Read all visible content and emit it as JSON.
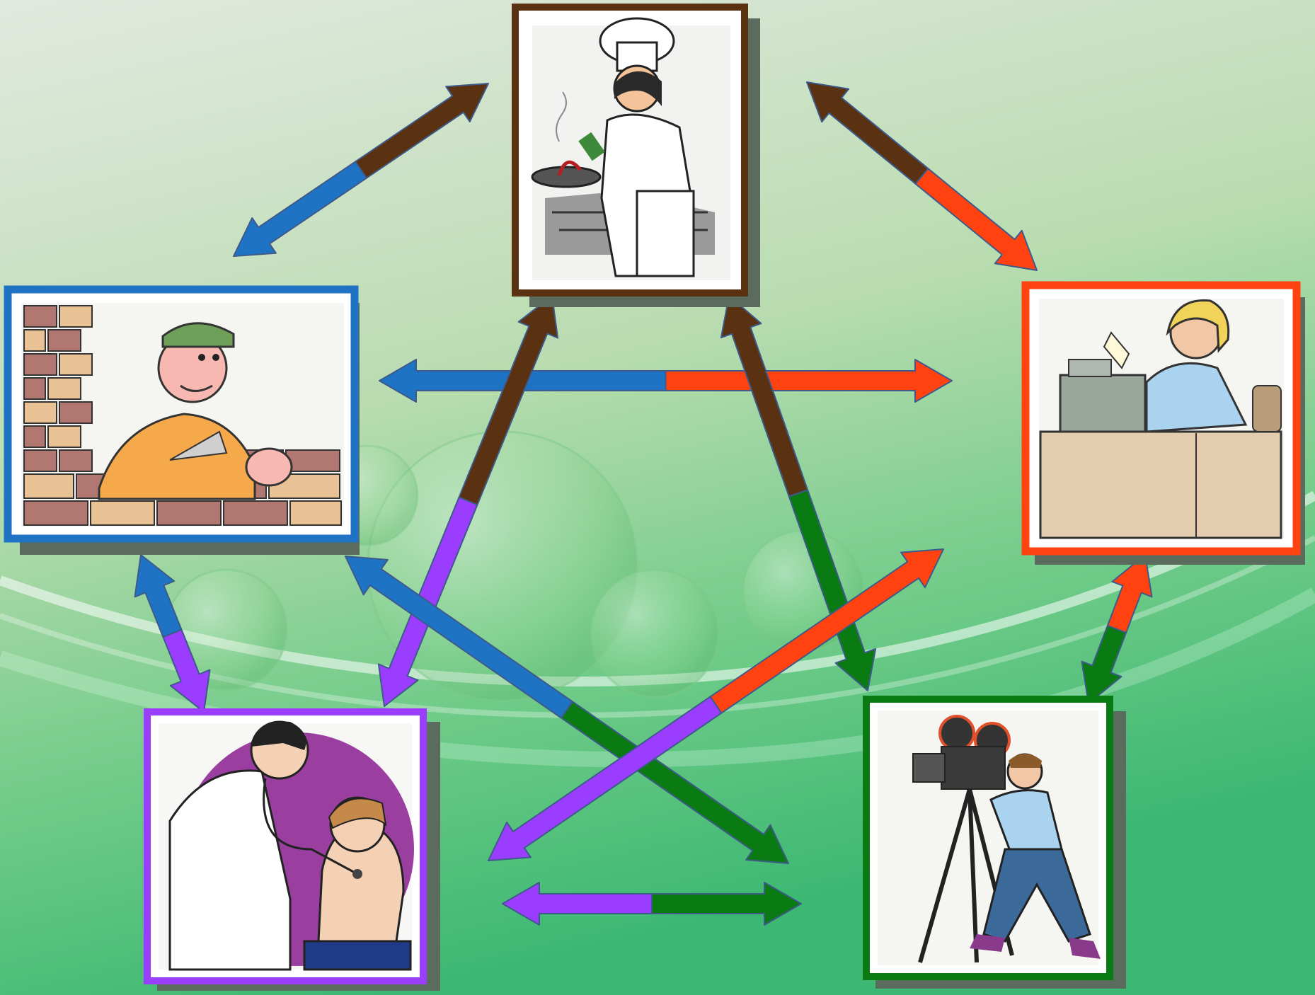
{
  "colors": {
    "bg_top": "#dfe8dc",
    "bg_mid": "#a9d9a0",
    "bg_bottom": "#4fc07a",
    "shadow": "#5b6b5e",
    "chef": "#5a3212",
    "builder": "#1f73c4",
    "cashier": "#ff4210",
    "doctor": "#9b3dff",
    "cameraman": "#0a7a12"
  },
  "nodes": [
    {
      "id": "chef",
      "label": "chef",
      "color_key": "chef"
    },
    {
      "id": "builder",
      "label": "builder",
      "color_key": "builder"
    },
    {
      "id": "cashier",
      "label": "cashier",
      "color_key": "cashier"
    },
    {
      "id": "doctor",
      "label": "doctor",
      "color_key": "doctor"
    },
    {
      "id": "cameraman",
      "label": "cameraman",
      "color_key": "cameraman"
    }
  ],
  "links": [
    {
      "from": "builder",
      "to": "chef"
    },
    {
      "from": "chef",
      "to": "cashier"
    },
    {
      "from": "builder",
      "to": "cashier"
    },
    {
      "from": "chef",
      "to": "doctor"
    },
    {
      "from": "chef",
      "to": "cameraman"
    },
    {
      "from": "builder",
      "to": "doctor"
    },
    {
      "from": "builder",
      "to": "cameraman"
    },
    {
      "from": "doctor",
      "to": "cashier"
    },
    {
      "from": "doctor",
      "to": "cameraman"
    },
    {
      "from": "cashier",
      "to": "cameraman"
    }
  ]
}
